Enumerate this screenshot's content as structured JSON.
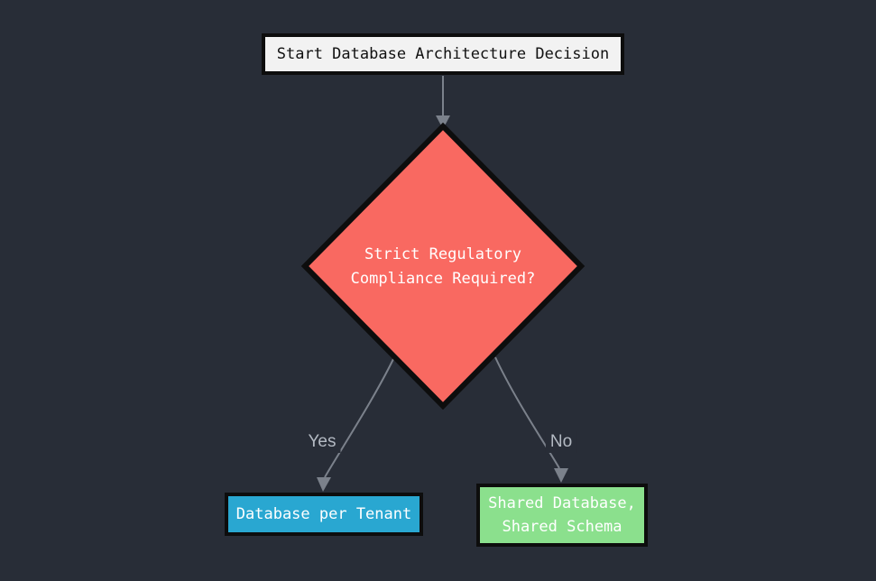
{
  "canvas": {
    "background": "#282d37"
  },
  "nodes": {
    "start": {
      "label": "Start Database Architecture Decision",
      "fill": "#f2f2f2",
      "text_color": "#111111",
      "border_color": "#0d0d0d"
    },
    "decision": {
      "lines": [
        "Strict Regulatory",
        "Compliance Required?"
      ],
      "fill": "#f96961",
      "text_color": "#ffffff",
      "border_color": "#0d0d0d"
    },
    "tenant_db": {
      "label": "Database per Tenant",
      "fill": "#29a7d1",
      "text_color": "#ffffff",
      "border_color": "#0d0d0d"
    },
    "shared_db": {
      "lines": [
        "Shared Database,",
        "Shared Schema"
      ],
      "fill": "#8be08d",
      "text_color": "#ffffff",
      "border_color": "#0d0d0d"
    }
  },
  "edges": {
    "line_color": "#7b818b",
    "label_color": "#b4bac3",
    "yes": {
      "label": "Yes"
    },
    "no": {
      "label": "No"
    }
  }
}
